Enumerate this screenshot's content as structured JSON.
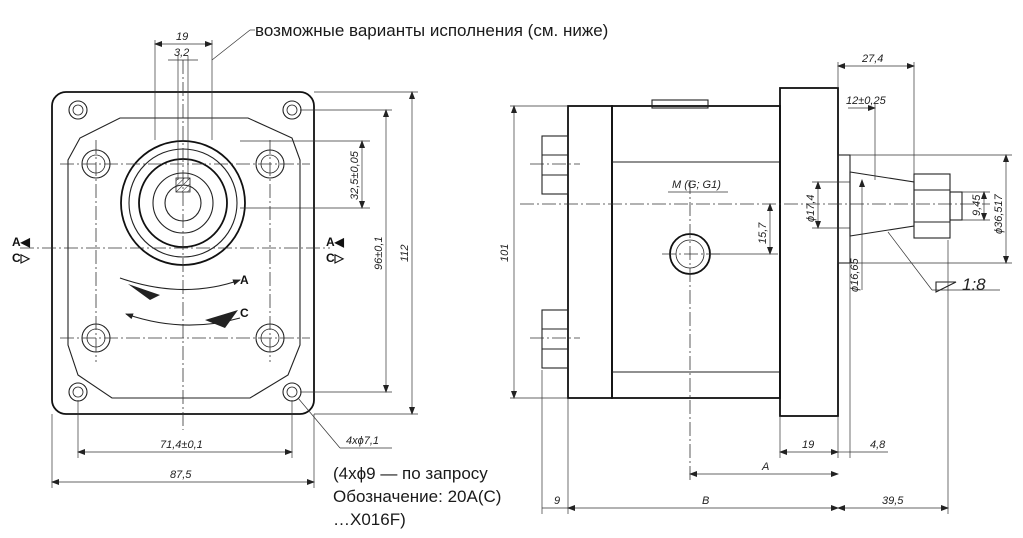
{
  "notes": {
    "variants": "возможные варианты исполнения (см. ниже)",
    "option_line1": "(4хϕ9 — по запросу",
    "option_line2": "Обозначение: 20А(С)",
    "option_line3": "…Х016F)"
  },
  "front_view": {
    "dim_19": "19",
    "dim_3_2": "3,2",
    "dim_32_5": "32,5±0,05",
    "dim_96": "96±0,1",
    "dim_112": "112",
    "dim_71_4": "71,4±0,1",
    "dim_87_5": "87,5",
    "holes": "4хϕ7,1",
    "rotation_a": "A",
    "rotation_c": "C",
    "port_left_a": "A◀",
    "port_left_c": "C▷",
    "port_right_a": "A◀",
    "port_right_c": "C▷"
  },
  "side_view": {
    "dim_27_4": "27,4",
    "dim_12": "12±0,25",
    "dim_101": "101",
    "port_thread": "M (G; G1)",
    "dim_15_7": "15,7",
    "dim_17_4": "ϕ17,4",
    "dim_9_45": "9,45",
    "dim_36_517": "ϕ36,517",
    "dim_16_65": "ϕ16,65",
    "taper": "1:8",
    "dim_19": "19",
    "dim_4_8": "4,8",
    "dim_a": "A",
    "dim_9": "9",
    "dim_b": "B",
    "dim_39_5": "39,5"
  }
}
